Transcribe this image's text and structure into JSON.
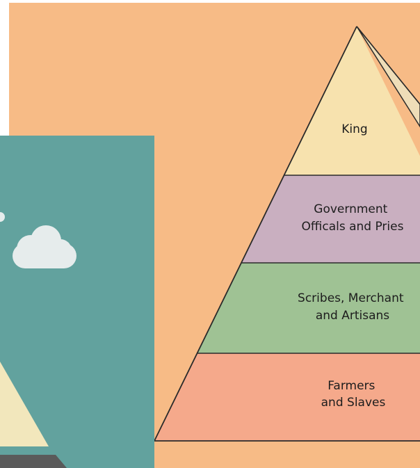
{
  "pyramid": {
    "tiers": [
      {
        "lines": [
          "King"
        ],
        "fill": "#F7E2AE"
      },
      {
        "lines": [
          "Government",
          "Officals and Pries"
        ],
        "fill": "#C9AFC0"
      },
      {
        "lines": [
          "Scribes, Merchant",
          "and Artisans"
        ],
        "fill": "#9FC294"
      },
      {
        "lines": [
          "Farmers",
          "and Slaves"
        ],
        "fill": "#F5A98B"
      }
    ],
    "outline_color": "#2a2a2a"
  },
  "background_panel_color": "#F7BB86",
  "overlay_panel": {
    "color": "#62A29E",
    "cloud_color": "#E6ECEC",
    "mountain_color": "#F2E7BC",
    "ground_color": "#5A5A5A"
  }
}
